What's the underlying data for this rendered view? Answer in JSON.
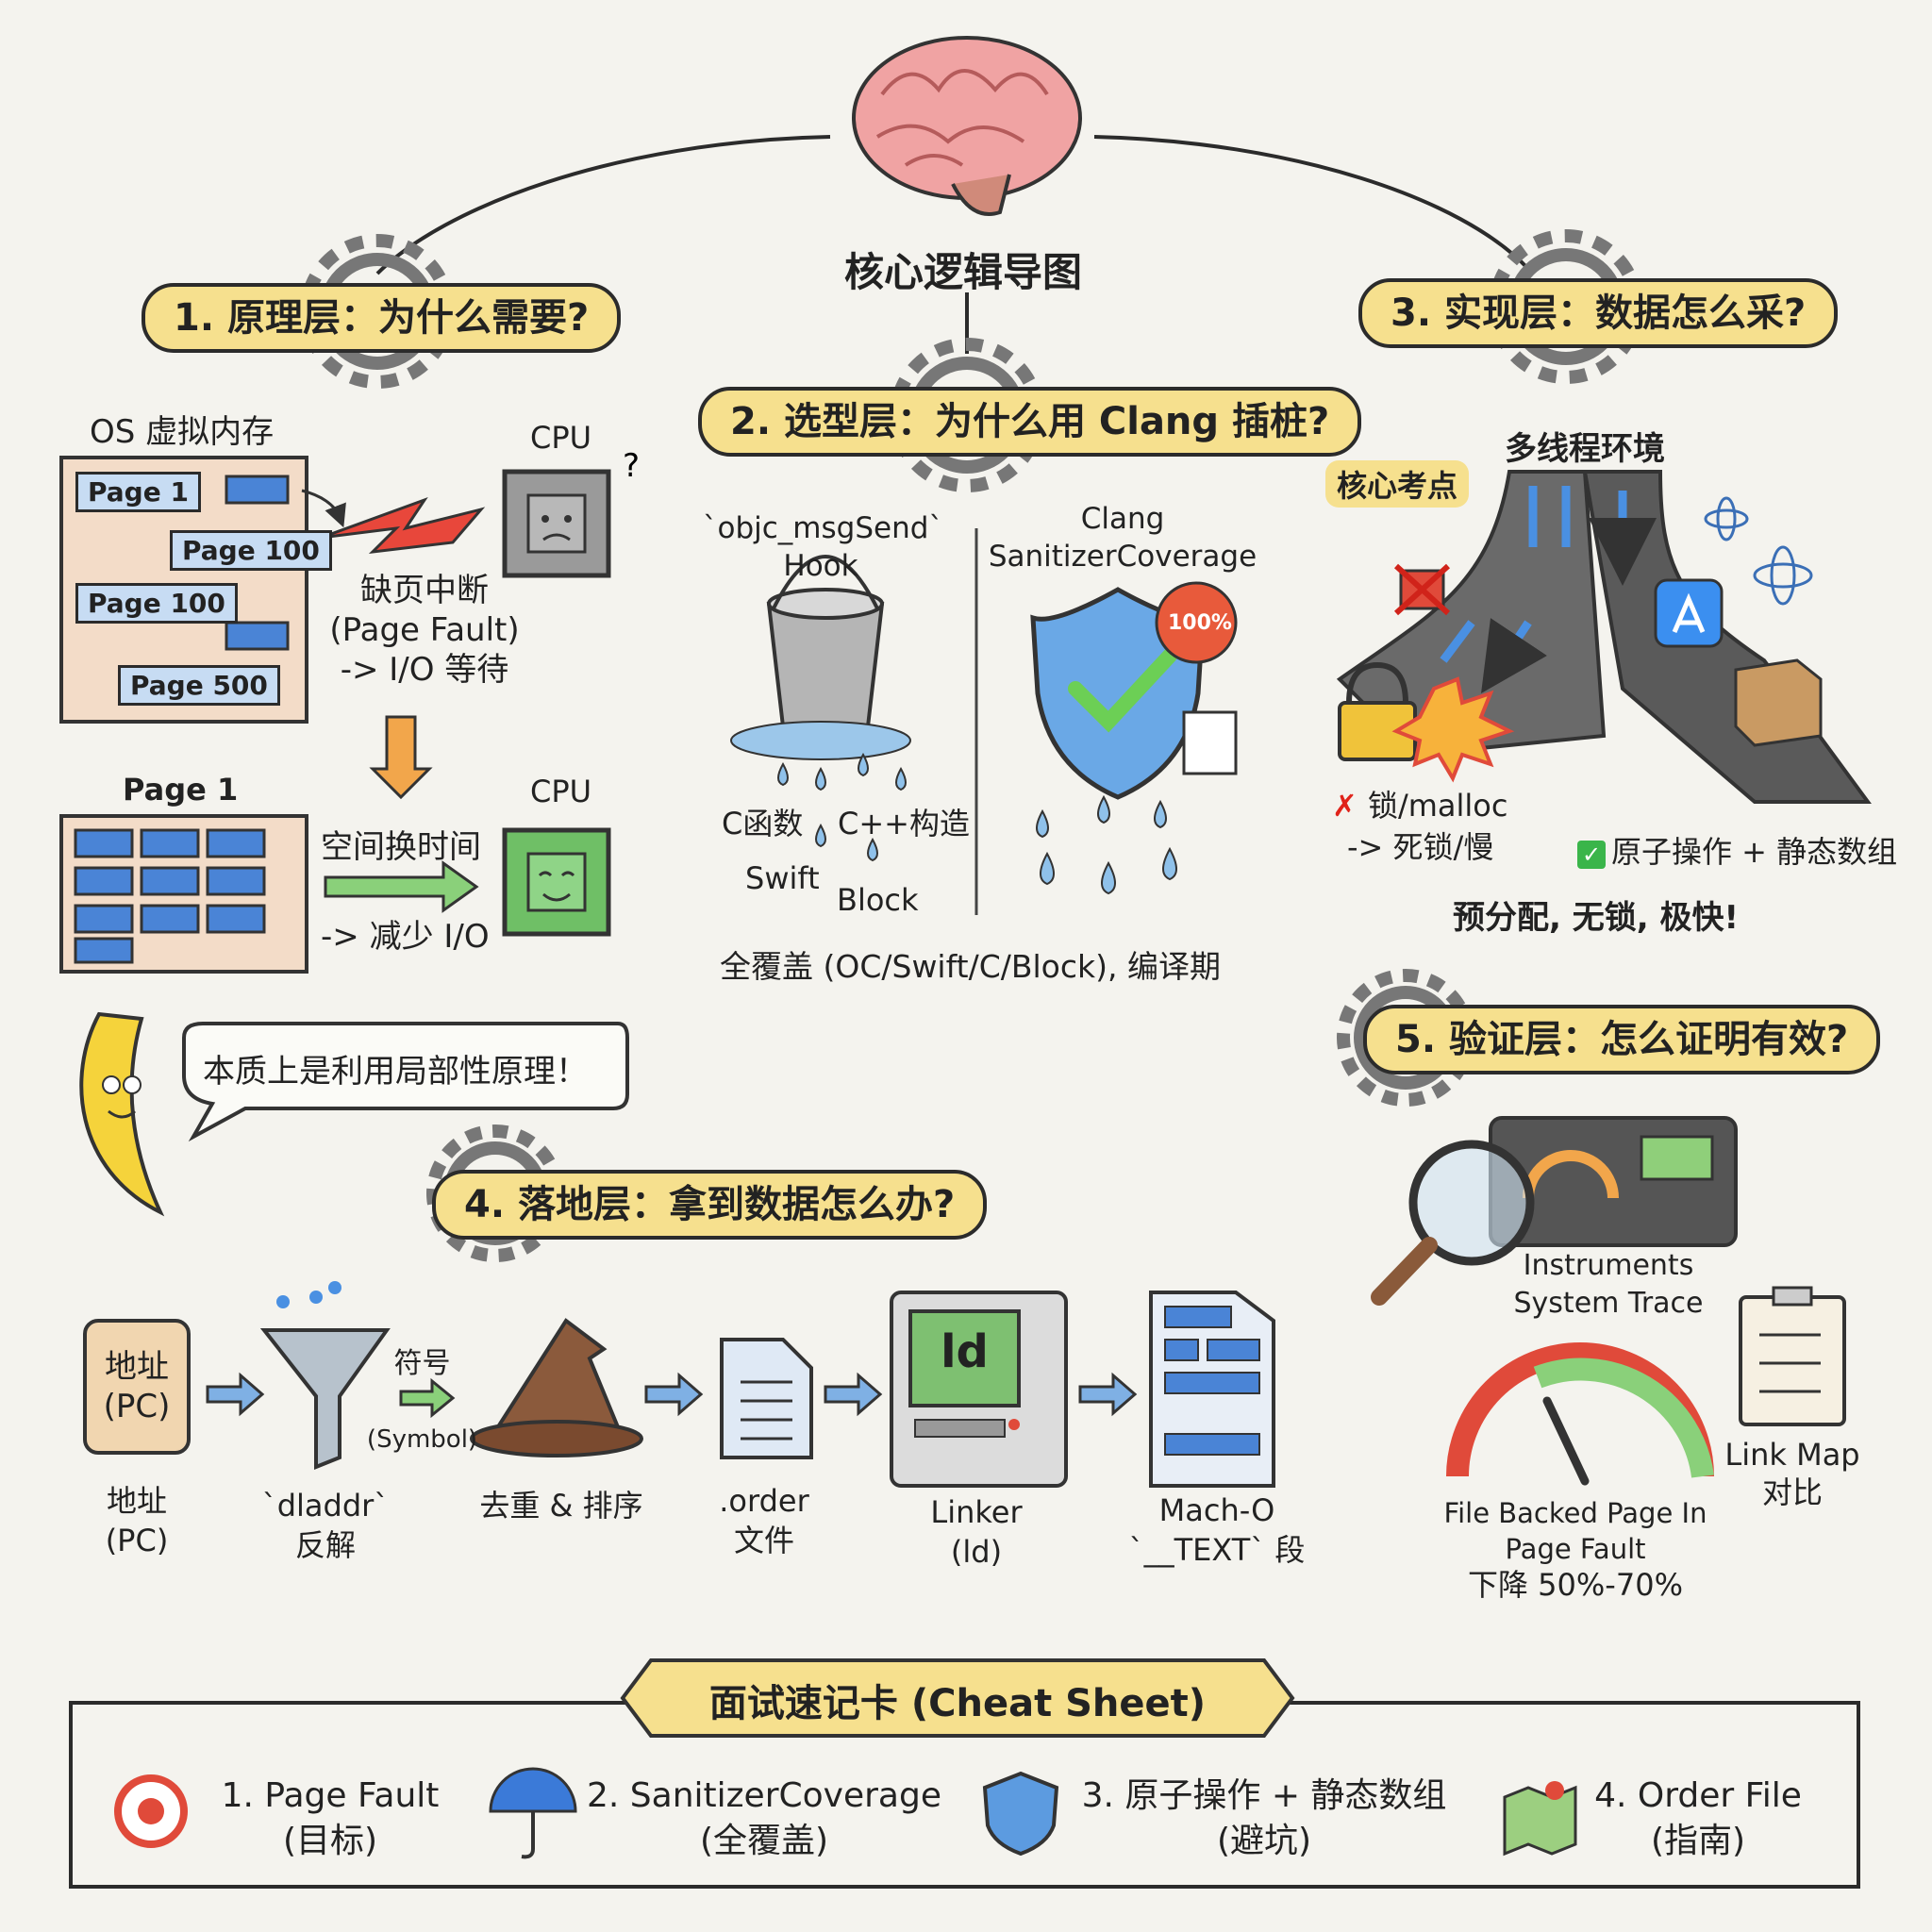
{
  "center_title": "核心逻辑导图",
  "layer1": {
    "title": "1. 原理层：为什么需要?",
    "os_label": "OS 虚拟内存",
    "pages_scattered": [
      "Page 1",
      "Page 100",
      "Page 100",
      "Page 500"
    ],
    "cpu_top": "CPU",
    "fault_lines": [
      "缺页中断",
      "(Page Fault)",
      "-> I/O 等待"
    ],
    "page1_label": "Page 1",
    "cpu_bottom": "CPU",
    "trade": "空间换时间",
    "reduce": "-> 减少 I/O",
    "banana_says": "本质上是利用局部性原理！"
  },
  "layer2": {
    "title": "2. 选型层：为什么用 Clang 插桩?",
    "left_title": [
      "`objc_msgSend`",
      "Hook"
    ],
    "right_title": [
      "Clang",
      "SanitizerCoverage"
    ],
    "badge": "100%",
    "drops": [
      "C函数",
      "C++构造",
      "Swift",
      "Block"
    ],
    "summary": "全覆盖 (OC/Swift/C/Block), 编译期"
  },
  "layer3": {
    "title": "3. 实现层：数据怎么采?",
    "env": "多线程环境",
    "key_point": "核心考点",
    "bad": [
      "锁/malloc",
      "-> 死锁/慢"
    ],
    "good": "原子操作 + 静态数组",
    "summary": "预分配, 无锁, 极快!"
  },
  "layer4": {
    "title": "4. 落地层：拿到数据怎么办?",
    "scroll_text": [
      "地址",
      "(PC)"
    ],
    "symbol": [
      "符号",
      "(Symbol)"
    ],
    "linker_screen": "ld",
    "steps": [
      {
        "l1": "地址",
        "l2": "(PC)"
      },
      {
        "l1": "`dladdr`",
        "l2": "反解"
      },
      {
        "l1": "去重 & 排序",
        "l2": ""
      },
      {
        "l1": ".order",
        "l2": "文件"
      },
      {
        "l1": "Linker",
        "l2": "(ld)"
      },
      {
        "l1": "Mach-O",
        "l2": "`__TEXT` 段"
      }
    ]
  },
  "layer5": {
    "title": "5. 验证层：怎么证明有效?",
    "instruments": [
      "Instruments",
      "System Trace"
    ],
    "gauge": [
      "File Backed Page In",
      "Page Fault",
      "下降 50%-70%"
    ],
    "linkmap": [
      "Link Map",
      "对比"
    ]
  },
  "cheat": {
    "title": "面试速记卡 (Cheat Sheet)",
    "items": [
      {
        "l1": "1. Page Fault",
        "l2": "(目标)",
        "icon": "target-icon"
      },
      {
        "l1": "2. SanitizerCoverage",
        "l2": "(全覆盖)",
        "icon": "umbrella-icon"
      },
      {
        "l1": "3. 原子操作 + 静态数组",
        "l2": "(避坑)",
        "icon": "shield-icon"
      },
      {
        "l1": "4. Order File",
        "l2": "(指南)",
        "icon": "map-icon"
      }
    ]
  },
  "colors": {
    "pill": "#f6e08e",
    "blue": "#3f7ad6",
    "green": "#7cc576",
    "red": "#e0443a",
    "gear": "#8e9196"
  }
}
